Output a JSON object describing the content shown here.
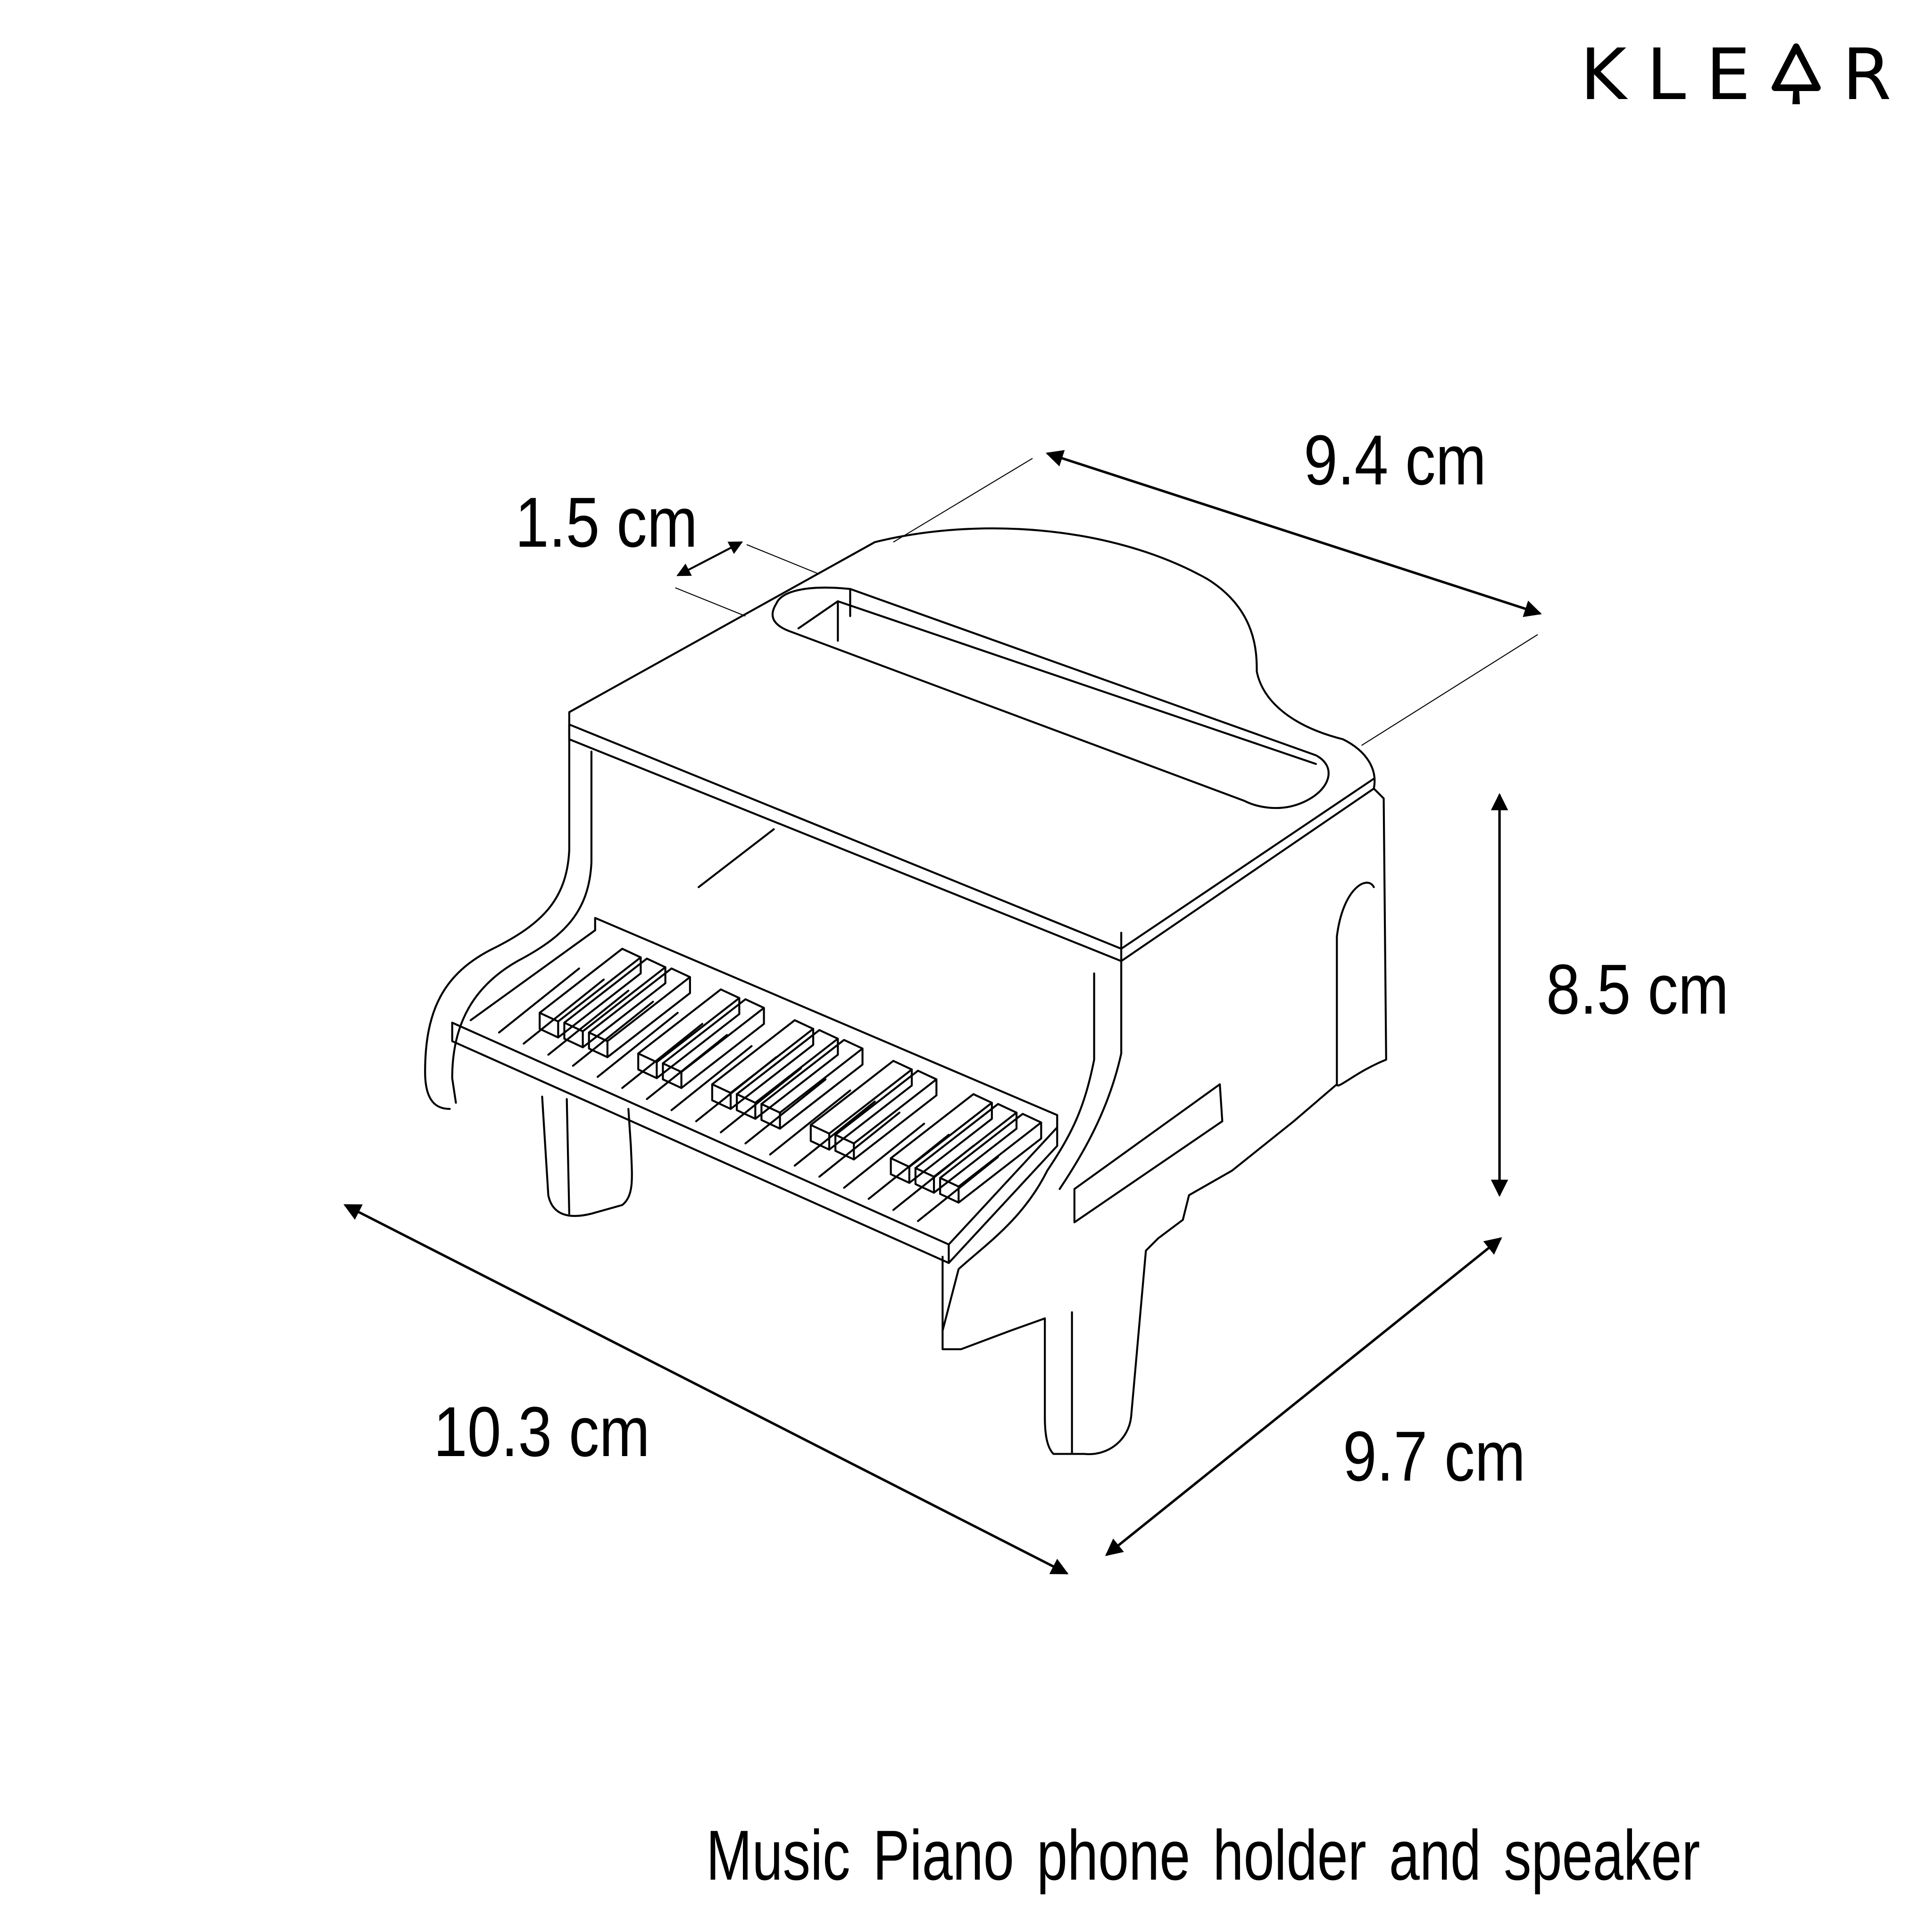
{
  "brand": {
    "logo_letters": [
      "K",
      "L",
      "E",
      "A",
      "R"
    ],
    "logo_text": "KLEAR"
  },
  "dimensions": {
    "slot_width": "1.5 cm",
    "top_depth": "9.4 cm",
    "height": "8.5 cm",
    "front_width": "10.3 cm",
    "side_depth": "9.7 cm"
  },
  "caption": {
    "title": "Music Piano phone holder and speaker"
  },
  "colors": {
    "line": "#000000",
    "background": "#ffffff"
  }
}
